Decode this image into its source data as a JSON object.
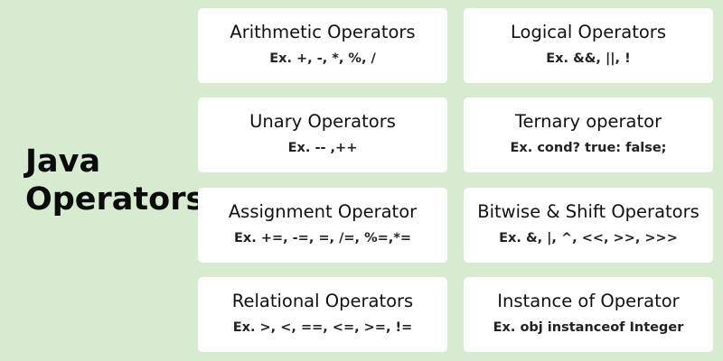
{
  "title_line1": "Java",
  "title_line2": "Operators",
  "cards": [
    {
      "heading": "Arithmetic Operators",
      "example": "Ex. +, -, *, %, /"
    },
    {
      "heading": "Logical Operators",
      "example": "Ex. &&, ||, !"
    },
    {
      "heading": "Unary Operators",
      "example": "Ex. -- ,++"
    },
    {
      "heading": "Ternary operator",
      "example": "Ex. cond? true: false;"
    },
    {
      "heading": "Assignment Operator",
      "example": "Ex. +=, -=, =, /=, %=,*="
    },
    {
      "heading": "Bitwise & Shift Operators",
      "example": "Ex. &, |, ^, <<, >>, >>>"
    },
    {
      "heading": "Relational Operators",
      "example": "Ex. >, <, ==, <=, >=, !="
    },
    {
      "heading": "Instance of Operator",
      "example": "Ex. obj instanceof Integer"
    }
  ],
  "colors": {
    "background": "#d6ebcf",
    "card": "#ffffff"
  }
}
